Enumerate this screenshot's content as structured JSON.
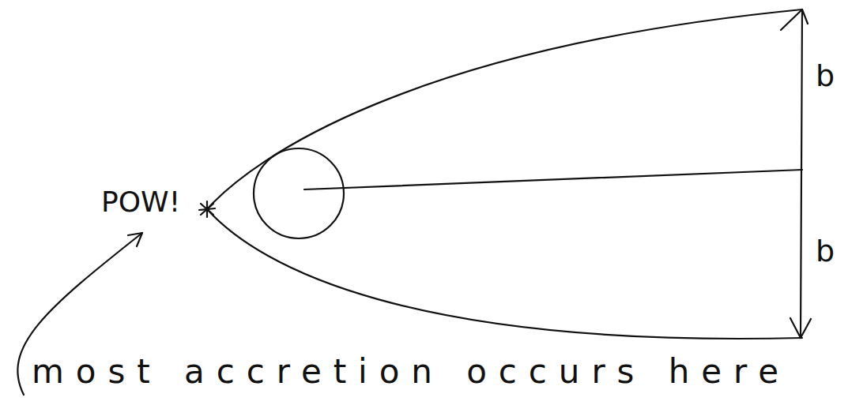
{
  "diagram": {
    "labels": [
      "POW!",
      "b",
      "b",
      "most accretion occurs here"
    ]
  }
}
